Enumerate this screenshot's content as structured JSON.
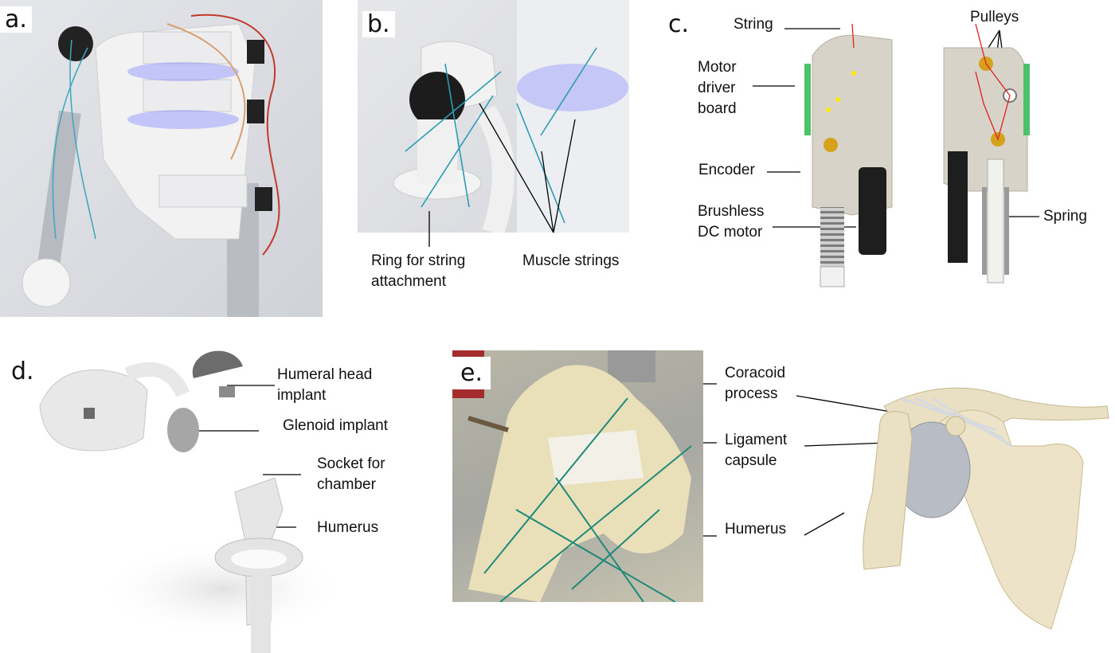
{
  "figure": {
    "panels": {
      "a": {
        "letter": "a."
      },
      "b": {
        "letter": "b.",
        "labels": {
          "ring": "Ring for string\nattachment",
          "muscle": "Muscle strings"
        }
      },
      "c": {
        "letter": "c.",
        "labels": {
          "string": "String",
          "driver": "Motor\ndriver\nboard",
          "encoder": "Encoder",
          "motor": "Brushless\nDC motor",
          "pulleys": "Pulleys",
          "spring": "Spring"
        }
      },
      "d": {
        "letter": "d.",
        "labels": {
          "humeral_head": "Humeral head\nimplant",
          "glenoid": "Glenoid implant",
          "socket": "Socket for\nchamber",
          "humerus": "Humerus"
        }
      },
      "e": {
        "letter": "e.",
        "labels": {
          "coracoid": "Coracoid\nprocess",
          "ligament": "Ligament\ncapsule",
          "humerus": "Humerus"
        }
      }
    }
  }
}
